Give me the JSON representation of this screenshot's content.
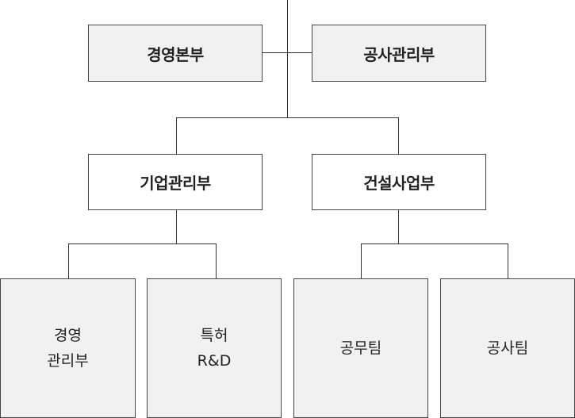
{
  "executive_units": [
    {
      "label": "경영본부"
    },
    {
      "label": "공사관리부"
    }
  ],
  "departments": [
    {
      "label": "기업관리부"
    },
    {
      "label": "건설사업부"
    }
  ],
  "teams": [
    {
      "lines": [
        "경영",
        "관리부"
      ]
    },
    {
      "lines": [
        "특허",
        "R&D"
      ]
    },
    {
      "lines": [
        "공무팀"
      ]
    },
    {
      "lines": [
        "공사팀"
      ]
    }
  ],
  "colors": {
    "shaded_fill": "#f1f1f1",
    "plain_fill": "#ffffff",
    "line": "#333333",
    "border": "#444444"
  }
}
